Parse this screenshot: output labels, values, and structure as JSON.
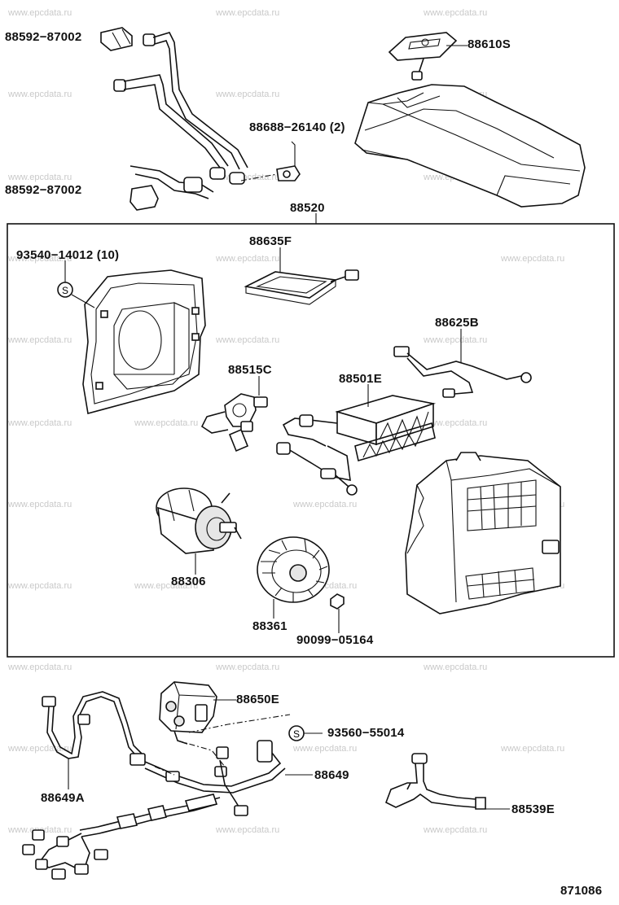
{
  "watermark": "www.epcdata.ru",
  "diagram_code": "871086",
  "parts": {
    "p88592_a": "88592−87002",
    "p88592_b": "88592−87002",
    "p88610s": "88610S",
    "p88688": "88688−26140 (2)",
    "p88520": "88520",
    "p93540": "93540−14012 (10)",
    "p88635f": "88635F",
    "p88625b": "88625B",
    "p88515c": "88515C",
    "p88501e": "88501E",
    "p88306": "88306",
    "p88361": "88361",
    "p90099": "90099−05164",
    "p88650e": "88650E",
    "p93560": "93560−55014",
    "p88649": "88649",
    "p88649a": "88649A",
    "p88539e": "88539E"
  },
  "symbols": {
    "s_mark": "S"
  }
}
